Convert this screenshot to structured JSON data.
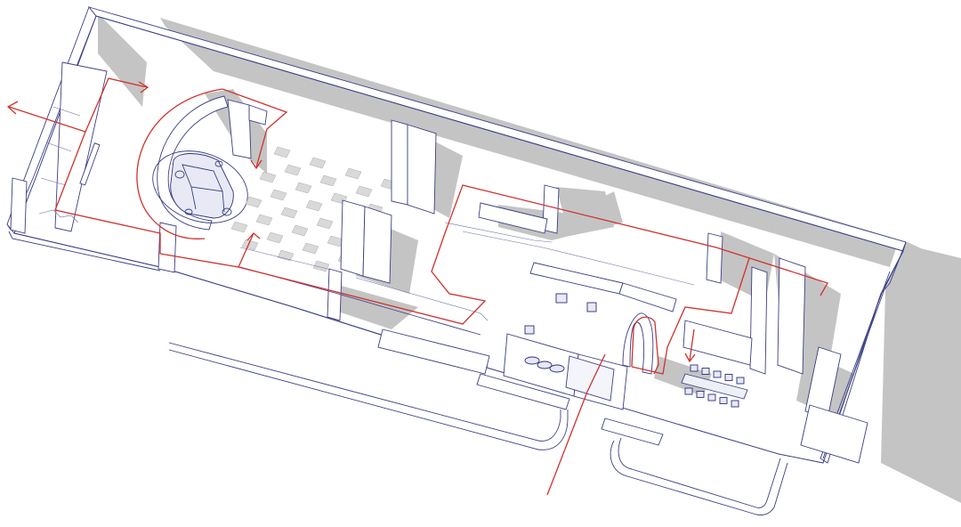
{
  "diagram": {
    "kind": "axonometric-floor-plan",
    "colors": {
      "outline": "#3a3f86",
      "shadow": "#c4c4c4",
      "route": "#d0312d",
      "background": "#ffffff"
    },
    "elements": [
      "outer-shell",
      "circular-display-wall",
      "car-model",
      "seating-grid",
      "corridor-partitions",
      "center-rooms",
      "meeting-room",
      "entrance-ramps",
      "circulation-route"
    ],
    "route_arrows": [
      "exit-left",
      "arrow-top",
      "arrow-into-hall",
      "arrow-up-seating",
      "arrow-meeting-room"
    ]
  }
}
